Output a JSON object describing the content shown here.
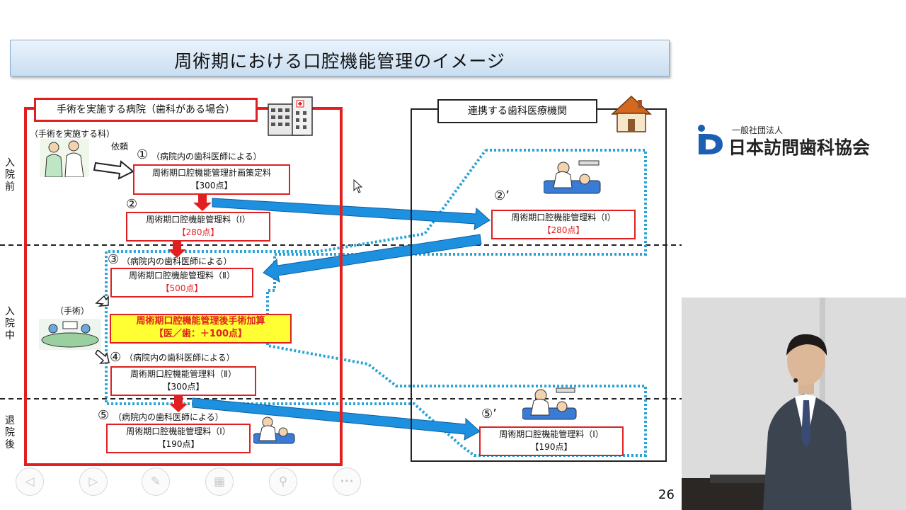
{
  "slide": {
    "title": "周術期における口腔機能管理のイメージ",
    "page_number": "26"
  },
  "hospital": {
    "title": "手術を実施する病院（歯科がある場合）",
    "dept_label": "（手術を実施する科）",
    "request_label": "依頼",
    "surgery_label": "（手術）"
  },
  "dental": {
    "title": "連携する歯科医療機関"
  },
  "phases": {
    "before": "入院前",
    "during": "入院中",
    "after": "退院後"
  },
  "steps": {
    "s1": {
      "num": "①",
      "note": "（病院内の歯科医師による）",
      "label": "周術期口腔機能管理計画策定料",
      "points": "【300点】"
    },
    "s2": {
      "num": "②",
      "label": "周術期口腔機能管理料（Ⅰ）",
      "points": "【280点】"
    },
    "s2p": {
      "num": "②’",
      "label": "周術期口腔機能管理料（Ⅰ）",
      "points": "【280点】"
    },
    "s3": {
      "num": "③",
      "note": "（病院内の歯科医師による）",
      "label": "周術期口腔機能管理料（Ⅱ）",
      "points": "【500点】"
    },
    "add": {
      "label": "周術期口腔機能管理後手術加算",
      "points": "【医／歯：＋100点】"
    },
    "s4": {
      "num": "④",
      "note": "（病院内の歯科医師による）",
      "label": "周術期口腔機能管理料（Ⅱ）",
      "points": "【300点】"
    },
    "s5": {
      "num": "⑤",
      "note": "（病院内の歯科医師による）",
      "label": "周術期口腔機能管理料（Ⅰ）",
      "points": "【190点】"
    },
    "s5p": {
      "num": "⑤’",
      "label": "周術期口腔機能管理料（Ⅰ）",
      "points": "【190点】"
    }
  },
  "controls": {
    "prev": "◁",
    "next": "▷",
    "pen": "✎",
    "slides": "▦",
    "zoom": "⚲",
    "more": "•••"
  },
  "logo": {
    "small": "一般社団法人",
    "big": "日本訪問歯科協会"
  },
  "colors": {
    "red": "#e02020",
    "arrow_blue": "#1e90e0",
    "dotted_blue": "#29a3d6",
    "highlight_yellow": "#ffff33",
    "logo_blue": "#1a5fb4"
  }
}
